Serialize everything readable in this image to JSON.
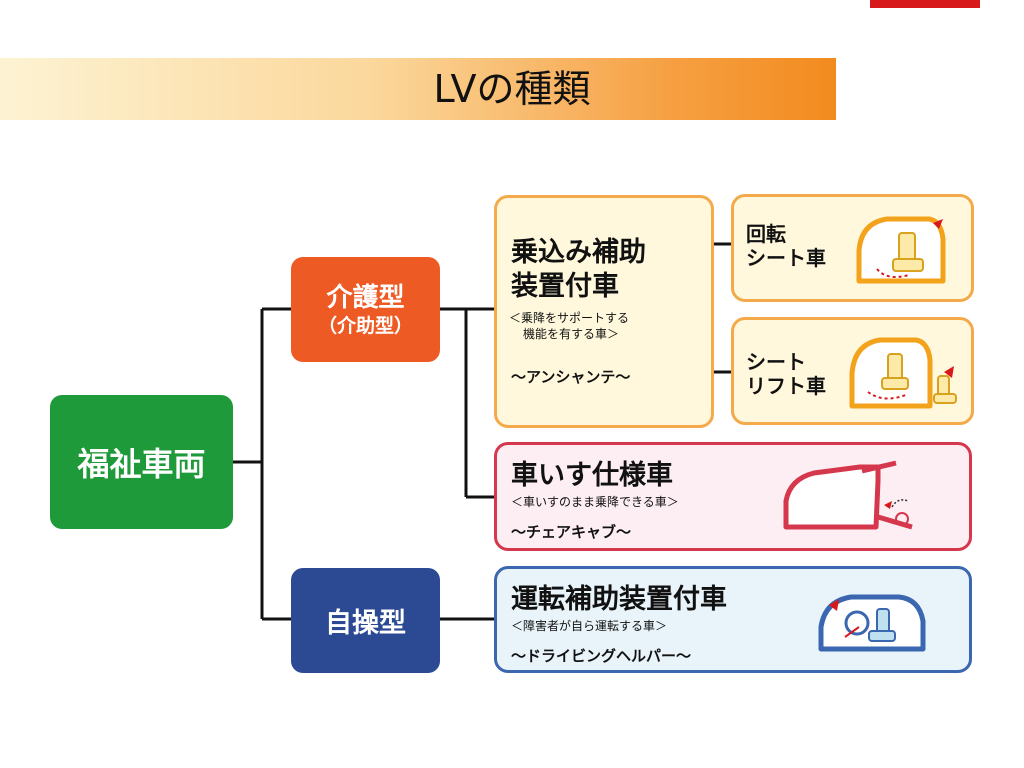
{
  "slide": {
    "title": "LVの種類"
  },
  "root": {
    "label": "福祉車両"
  },
  "type_care": {
    "label": "介護型",
    "sublabel": "（介助型）"
  },
  "type_self": {
    "label": "自操型"
  },
  "boarding": {
    "title_line1": "乗込み補助",
    "title_line2": "装置付車",
    "desc_line1": "＜乗降をサポートする",
    "desc_line2": "機能を有する車＞",
    "brand": "～アンシャンテ～"
  },
  "rotating_seat": {
    "line1": "回転",
    "line2": "シート車"
  },
  "seat_lift": {
    "line1": "シート",
    "line2": "リフト車"
  },
  "wheelchair": {
    "title": "車いす仕様車",
    "desc": "＜車いすのまま乗降できる車＞",
    "brand": "～チェアキャブ～"
  },
  "driving_aid": {
    "title": "運転補助装置付車",
    "desc": "＜障害者が自ら運転する車＞",
    "brand": "～ドライビングヘルパー～"
  },
  "icons": [
    "rotating-seat-car-icon",
    "seat-lift-car-icon",
    "wheelchair-van-icon",
    "hand-control-car-icon"
  ],
  "colors": {
    "green": "#1f9a3a",
    "orange": "#ee5a24",
    "navy": "#2c4a93",
    "card_yellow": "#fff8dc",
    "card_pink": "#fdeef3",
    "card_lightblue": "#e8f4f9",
    "accent_red": "#d7191c"
  }
}
